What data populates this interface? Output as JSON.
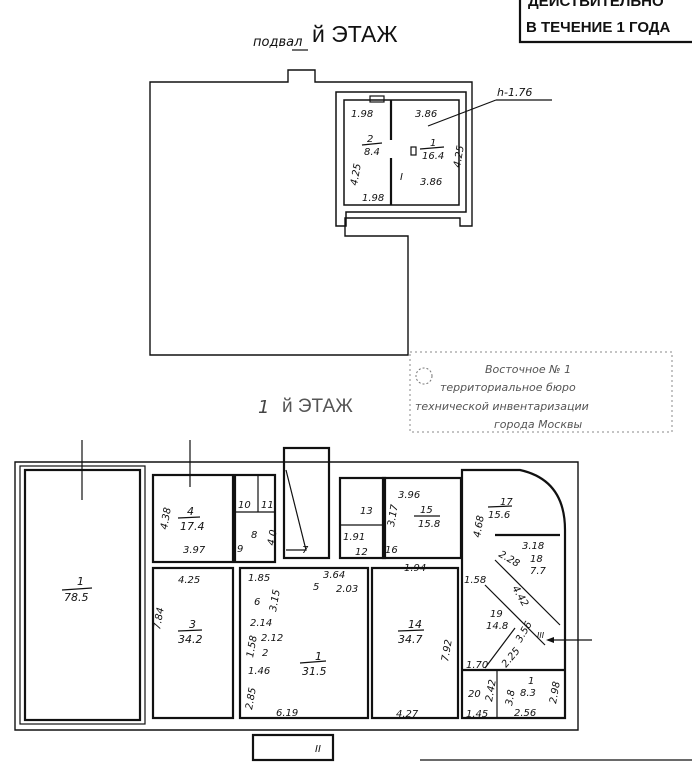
{
  "stamp": {
    "line1": "ДЕЙСТВИТЕЛЬНО",
    "line2": "В ТЕЧЕНИЕ 1 ГОДА"
  },
  "basement": {
    "title_hand": "подвал",
    "title": "й ЭТАЖ",
    "height_note": "h-1.76",
    "section": "I",
    "room1": {
      "num": "1",
      "area": "16.4"
    },
    "room2": {
      "num": "2",
      "area": "8.4"
    },
    "dims": [
      "1.98",
      "3.86",
      "4.25",
      "4.25",
      "1.98",
      "3.86"
    ]
  },
  "bti_stamp": {
    "lines": [
      "Восточное № 1",
      "территориальное бюро",
      "технической инвентаризации",
      "города Москвы"
    ]
  },
  "floor1": {
    "title_num": "1",
    "title": "й ЭТАЖ",
    "rooms": {
      "r1": {
        "num": "1",
        "area": "78.5"
      },
      "r4": {
        "num": "4",
        "area": "17.4"
      },
      "r3": {
        "num": "3",
        "area": "34.2"
      },
      "r1b": {
        "num": "1",
        "area": "31.5"
      },
      "r14": {
        "num": "14",
        "area": "34.7"
      },
      "r15": {
        "num": "15",
        "area": "15.8"
      },
      "r17": {
        "num": "17",
        "area": "15.6"
      },
      "r18": {
        "num": "18",
        "area": "7.7"
      },
      "r19": {
        "num": "19",
        "area": "14.8"
      },
      "r1c": {
        "num": "1",
        "area": "8.3"
      }
    },
    "labels": {
      "n10": "10",
      "n11": "11",
      "n8": "8",
      "d40": "4.0",
      "n9": "9",
      "n7": "7",
      "n5": "5",
      "n6": "6",
      "n2": "2",
      "n13": "13",
      "n12": "12",
      "n16": "16",
      "n20": "20",
      "d438": "4.38",
      "d397": "3.97",
      "d425": "4.25",
      "d784": "7.84",
      "d185": "1.85",
      "d364": "3.64",
      "d203": "2.03",
      "d315": "3.15",
      "d214": "2.14",
      "d212": "2.12",
      "d158a": "1.58",
      "d146": "1.46",
      "d285": "2.85",
      "d619": "6.19",
      "d191": "1.91",
      "d396": "3.96",
      "d317": "3.17",
      "d194": "1.94",
      "d792": "7.92",
      "d427": "4.27",
      "d468": "4.68",
      "d318": "3.18",
      "d228": "2.28",
      "d158b": "1.58",
      "d442": "4.42",
      "d356": "3.56",
      "d225": "2.25",
      "d298": "2.98",
      "d38": "3.8",
      "d256": "2.56",
      "d170": "1.70",
      "d242": "2.42",
      "d145": "1.45"
    },
    "section2": "II",
    "section3": "III"
  }
}
